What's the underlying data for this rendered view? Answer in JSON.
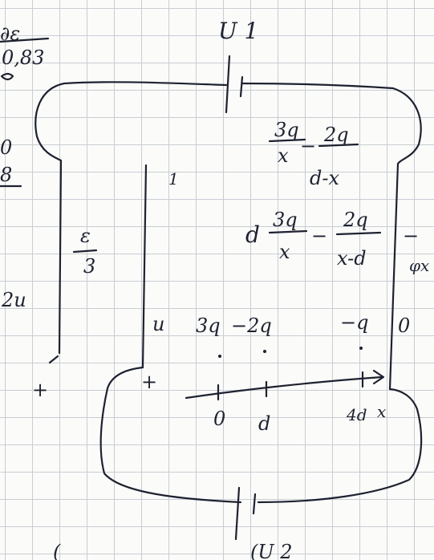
{
  "notes": {
    "margin": {
      "frac_top": "∂ε",
      "value_083": "0,83",
      "digit_0": "0",
      "digit_8": "8",
      "left_2u": "2u"
    },
    "circuit": {
      "source_top": "U 1",
      "source_bottom": "U 2",
      "wire_left_plus": "+",
      "wire_right_plus": "+",
      "left_fraction_num": "ε",
      "left_fraction_den": "3",
      "mid_number_top": "1",
      "label_u": "u",
      "charge_a": "3q",
      "charge_b": "−2q",
      "charge_c": "−q",
      "right_zero": "0",
      "axis_tick_0": "0",
      "axis_tick_d": "d",
      "axis_tick_4d": "4d",
      "axis_var_x": "x"
    },
    "formula_top": {
      "num1": "3q",
      "den1": "x",
      "op": "−",
      "num2": "2q",
      "den2": "d-x"
    },
    "formula_mid": {
      "prefix": "d",
      "num1": "3q",
      "den1": "x",
      "op": "−",
      "num2": "2q",
      "den2": "x-d"
    },
    "right_edge": {
      "dash": "−",
      "frag": "φx"
    },
    "bottom_edge": {
      "frag_left": "(",
      "frag_right": "(U 2"
    }
  }
}
